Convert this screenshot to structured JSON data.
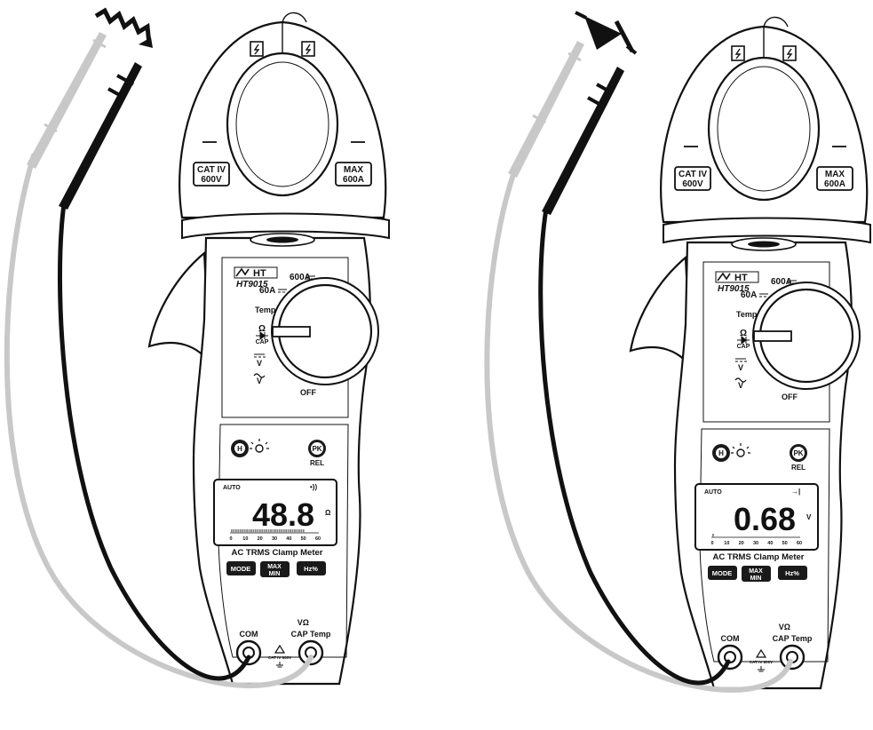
{
  "meters": [
    {
      "id": "left",
      "brand": "HT",
      "model": "HT9015",
      "jaw_left_badge": [
        "CAT IV",
        "600V"
      ],
      "jaw_right_badge": [
        "MAX",
        "600A"
      ],
      "range_600a": "600A",
      "range_60a": "60A",
      "dial_temp": "Temp",
      "dial_ohm": "Ω",
      "dial_cap": "CAP",
      "dial_vdc": "V",
      "dial_vac": "V",
      "dial_off": "OFF",
      "hold_btn": "H",
      "pk_btn": "PK",
      "rel_label": "REL",
      "lcd_auto": "AUTO",
      "lcd_value": "48.8",
      "lcd_unit": "Ω",
      "lcd_symbol": "•))",
      "bar_scale": [
        "0",
        "10",
        "20",
        "30",
        "40",
        "50",
        "60"
      ],
      "bar_fill": 0.85,
      "title": "AC TRMS Clamp Meter",
      "mode_btn": "MODE",
      "maxmin_btn": [
        "MAX",
        "MIN"
      ],
      "hz_btn": "Hz%",
      "com_label": "COM",
      "input_label_top": "VΩ",
      "input_label_bottom": "CAP Temp",
      "cat_note": "CAT IV 600V",
      "probe_tip": "zigzag"
    },
    {
      "id": "right",
      "brand": "HT",
      "model": "HT9015",
      "jaw_left_badge": [
        "CAT IV",
        "600V"
      ],
      "jaw_right_badge": [
        "MAX",
        "600A"
      ],
      "range_600a": "600A",
      "range_60a": "60A",
      "dial_temp": "Temp",
      "dial_ohm": "Ω",
      "dial_cap": "CAP",
      "dial_vdc": "V",
      "dial_vac": "V",
      "dial_off": "OFF",
      "hold_btn": "H",
      "pk_btn": "PK",
      "rel_label": "REL",
      "lcd_auto": "AUTO",
      "lcd_value": "0.68",
      "lcd_unit": "V",
      "lcd_symbol": "→|",
      "bar_scale": [
        "0",
        "10",
        "20",
        "30",
        "40",
        "50",
        "60"
      ],
      "bar_fill": 0.02,
      "title": "AC TRMS Clamp Meter",
      "mode_btn": "MODE",
      "maxmin_btn": [
        "MAX",
        "MIN"
      ],
      "hz_btn": "Hz%",
      "com_label": "COM",
      "input_label_top": "VΩ",
      "input_label_bottom": "CAP Temp",
      "cat_note": "CAT IV 600V",
      "probe_tip": "diode"
    }
  ],
  "colors": {
    "outline": "#111111",
    "red_lead": "#c8c8c8",
    "black_lead": "#111111",
    "button": "#1a1a1a",
    "face": "#ffffff"
  }
}
